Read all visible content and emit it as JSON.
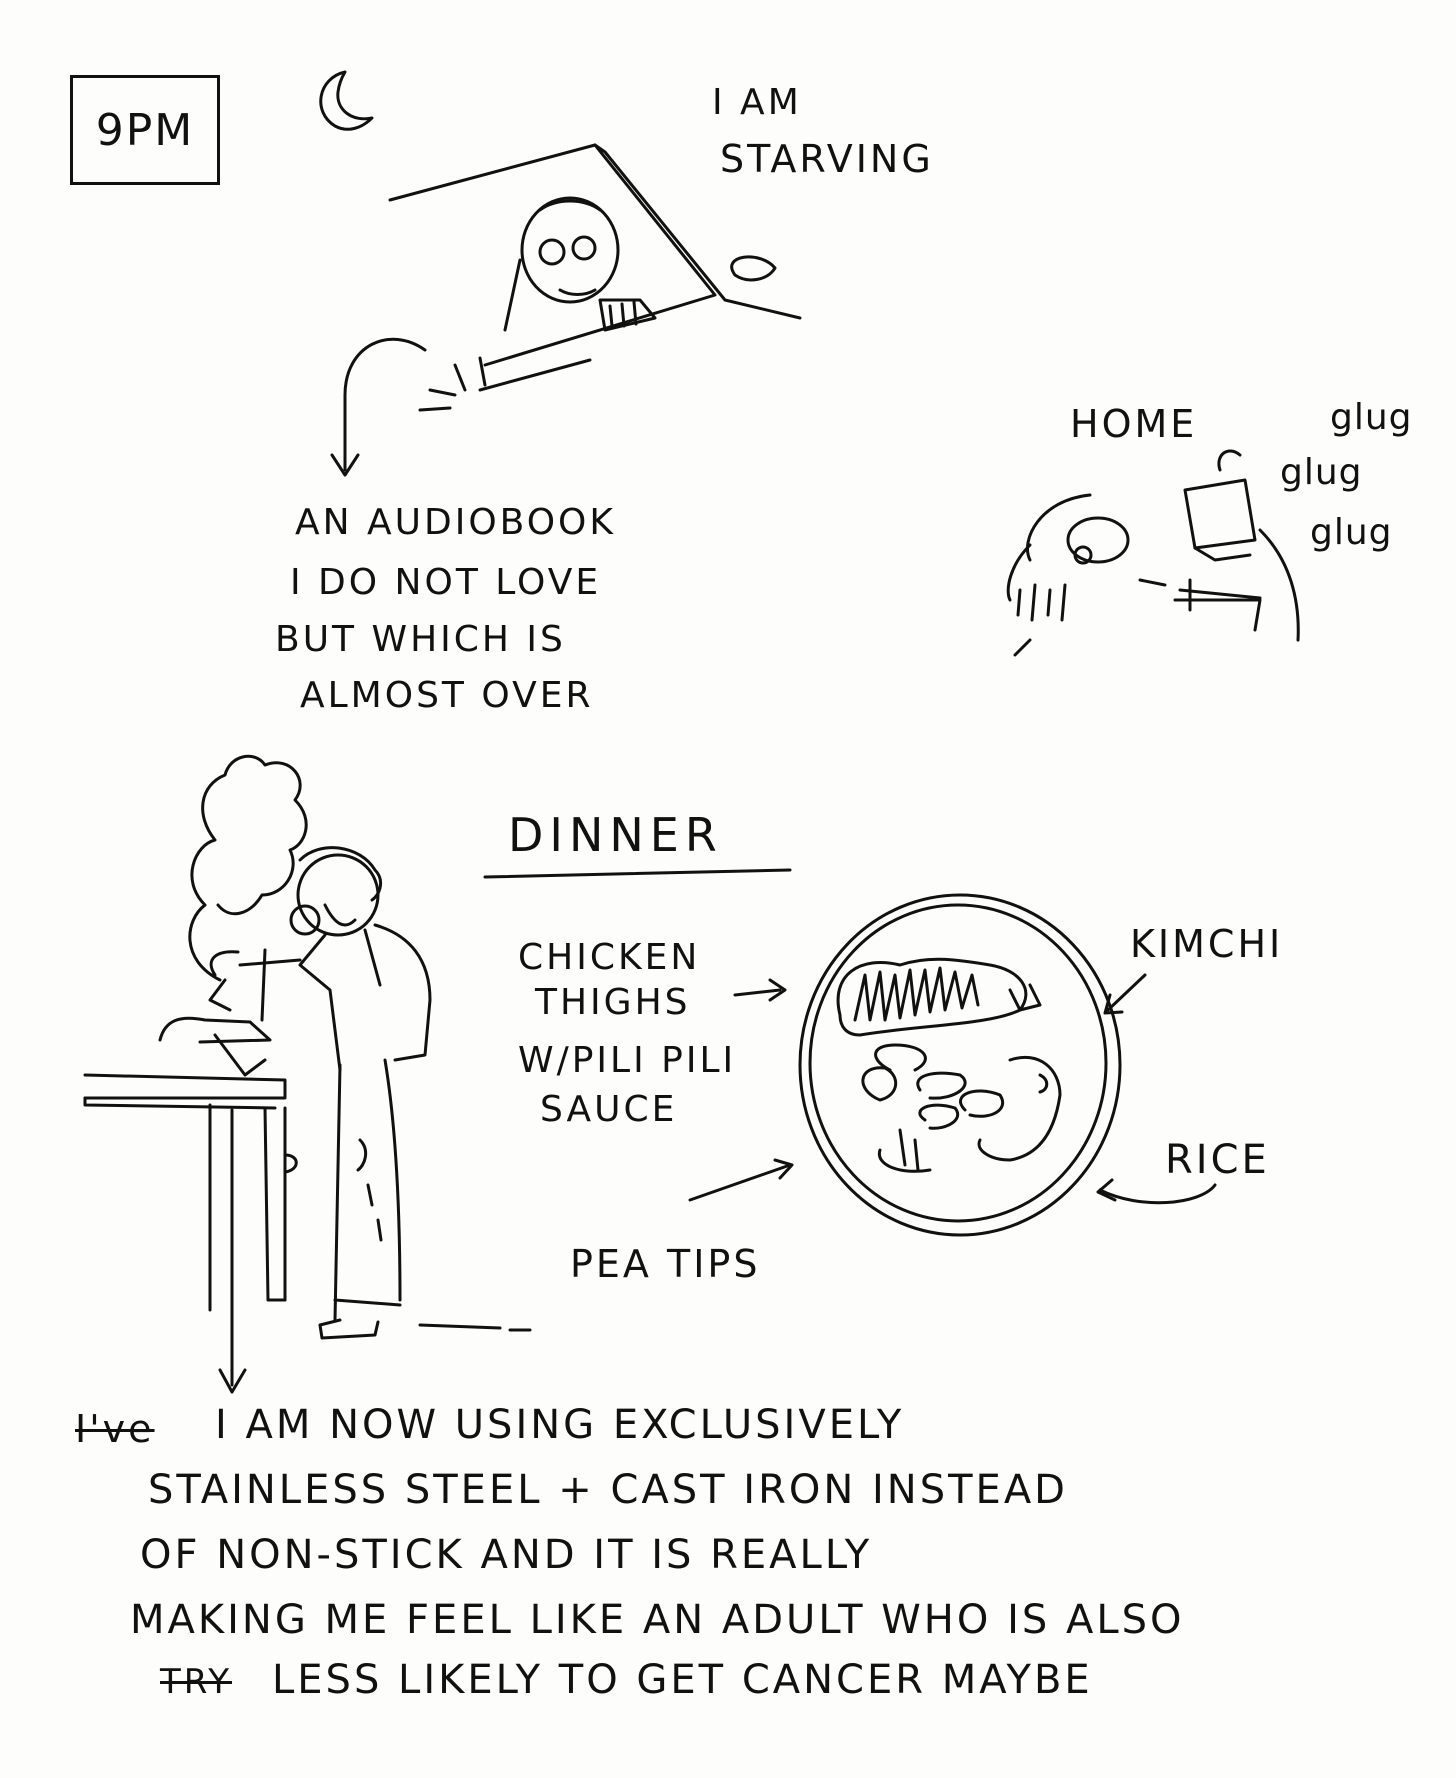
{
  "time_label": "9PM",
  "starving": {
    "line1": "I AM",
    "line2": "STARVING"
  },
  "audiobook": {
    "line1": "AN AUDIOBOOK",
    "line2": "I DO NOT LOVE",
    "line3": "BUT WHICH IS",
    "line4": "ALMOST OVER"
  },
  "home": {
    "label": "HOME",
    "sound1": "glug",
    "sound2": "glug",
    "sound3": "glug"
  },
  "dinner": {
    "title": "DINNER",
    "chicken": {
      "line1": "CHICKEN",
      "line2": "THIGHS",
      "line3": "W/PILI PILI",
      "line4": "SAUCE"
    },
    "kimchi": "KIMCHI",
    "rice": "RICE",
    "pea_tips": "PEA TIPS"
  },
  "note": {
    "struck1": "I've",
    "line1": "I AM NOW USING EXCLUSIVELY",
    "line2": "STAINLESS STEEL + CAST IRON INSTEAD",
    "line3": "OF NON-STICK AND IT IS REALLY",
    "line4": "MAKING ME FEEL LIKE AN ADULT WHO IS ALSO",
    "struck2": "TRY",
    "line5": "LESS LIKELY TO GET CANCER MAYBE"
  }
}
